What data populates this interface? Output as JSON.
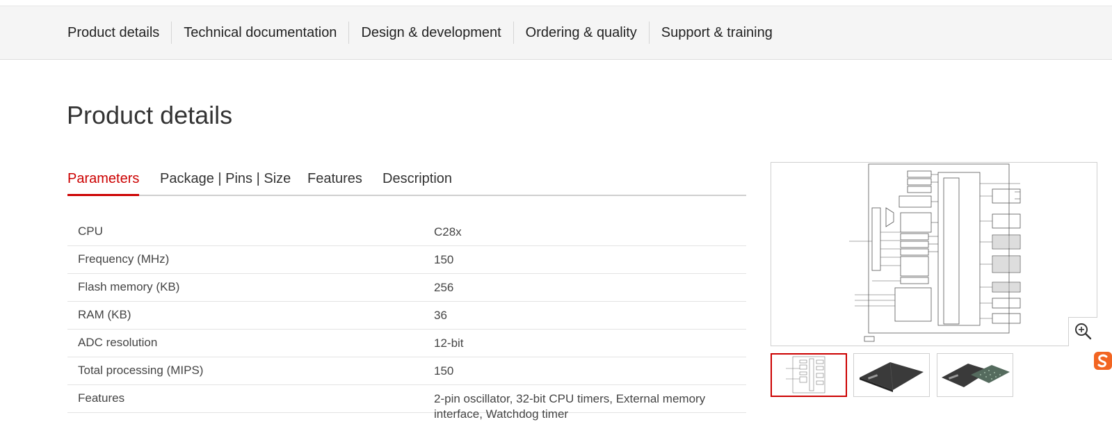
{
  "subnav": {
    "items": [
      {
        "label": "Product details"
      },
      {
        "label": "Technical documentation"
      },
      {
        "label": "Design & development"
      },
      {
        "label": "Ordering & quality"
      },
      {
        "label": "Support & training"
      }
    ]
  },
  "page_title": "Product details",
  "tabs": [
    {
      "label": "Parameters",
      "active": true
    },
    {
      "label": "Package | Pins | Size"
    },
    {
      "label": "Features"
    },
    {
      "label": "Description"
    }
  ],
  "parameters": [
    {
      "name": "CPU",
      "value": "C28x"
    },
    {
      "name": "Frequency (MHz)",
      "value": "150"
    },
    {
      "name": "Flash memory (KB)",
      "value": "256"
    },
    {
      "name": "RAM (KB)",
      "value": "36"
    },
    {
      "name": "ADC resolution",
      "value": "12-bit"
    },
    {
      "name": "Total processing (MIPS)",
      "value": "150"
    },
    {
      "name": "Features",
      "value": "2-pin oscillator, 32-bit CPU timers, External memory interface, Watchdog timer"
    }
  ],
  "gallery": {
    "main_image": "block-diagram",
    "thumbnails": [
      "block-diagram",
      "chip-package",
      "chip-package-bga"
    ],
    "selected_index": 0,
    "zoom_icon": "zoom-in-icon",
    "side_badge_icon": "sogou-s-icon"
  },
  "colors": {
    "accent": "#cc0000",
    "subnav_bg": "#f5f5f5",
    "text": "#333333"
  }
}
